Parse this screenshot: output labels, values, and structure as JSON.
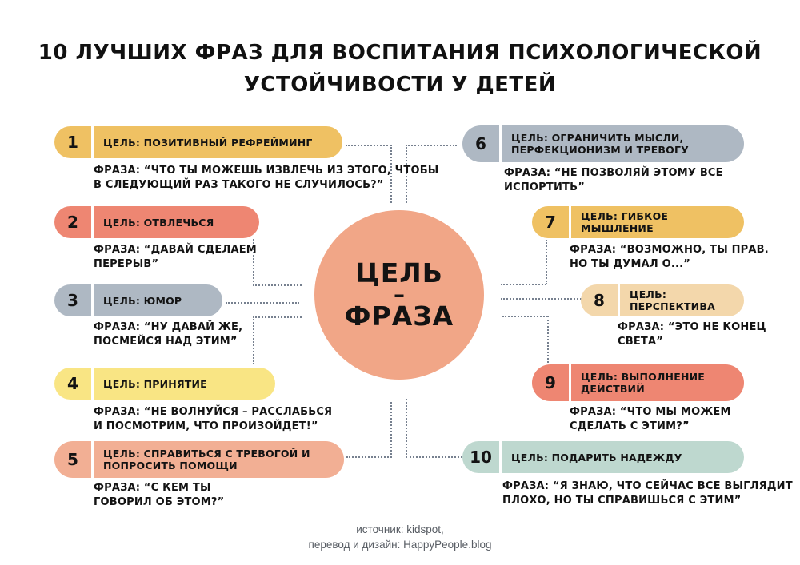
{
  "title": "10 ЛУЧШИХ ФРАЗ ДЛЯ ВОСПИТАНИЯ ПСИХОЛОГИЧЕСКОЙ\nУСТОЙЧИВОСТИ У ДЕТЕЙ",
  "center": {
    "word_top": "ЦЕЛЬ",
    "dash": "–",
    "word_bottom": "ФРАЗА",
    "color": "#F1A687"
  },
  "items": [
    {
      "number": "1",
      "goal": "ЦЕЛЬ: ПОЗИТИВНЫЙ РЕФРЕЙМИНГ",
      "phrase": "ФРАЗА: “ЧТО ТЫ МОЖЕШЬ ИЗВЛЕЧЬ ИЗ ЭТОГО, ЧТОБЫ\nВ СЛЕДУЮЩИЙ РАЗ ТАКОГО НЕ СЛУЧИЛОСЬ?”",
      "color": "#EFC163"
    },
    {
      "number": "2",
      "goal": "ЦЕЛЬ: ОТВЛЕЧЬСЯ",
      "phrase": "ФРАЗА: “ДАВАЙ СДЕЛАЕМ\nПЕРЕРЫВ”",
      "color": "#EE8672"
    },
    {
      "number": "3",
      "goal": "ЦЕЛЬ: ЮМОР",
      "phrase": "ФРАЗА: “НУ ДАВАЙ ЖЕ,\nПОСМЕЙСЯ НАД ЭТИМ”",
      "color": "#AEB8C3"
    },
    {
      "number": "4",
      "goal": "ЦЕЛЬ: ПРИНЯТИЕ",
      "phrase": "ФРАЗА: “НЕ ВОЛНУЙСЯ – РАССЛАБЬСЯ\nИ ПОСМОТРИМ, ЧТО ПРОИЗОЙДЕТ!”",
      "color": "#F9E584"
    },
    {
      "number": "5",
      "goal": "ЦЕЛЬ: СПРАВИТЬСЯ С ТРЕВОГОЙ И\nПОПРОСИТЬ ПОМОЩИ",
      "phrase": "ФРАЗА: “С КЕМ ТЫ\nГОВОРИЛ ОБ ЭТОМ?”",
      "color": "#F2AF94"
    },
    {
      "number": "6",
      "goal": "ЦЕЛЬ: ОГРАНИЧИТЬ МЫСЛИ,\nПЕРФЕКЦИОНИЗМ И ТРЕВОГУ",
      "phrase": "ФРАЗА: “НЕ ПОЗВОЛЯЙ ЭТОМУ ВСЕ\nИСПОРТИТЬ”",
      "color": "#AEB8C3"
    },
    {
      "number": "7",
      "goal": "ЦЕЛЬ: ГИБКОЕ МЫШЛЕНИЕ",
      "phrase": "ФРАЗА: “ВОЗМОЖНО, ТЫ ПРАВ.\nНО ТЫ ДУМАЛ О...”",
      "color": "#EFC163"
    },
    {
      "number": "8",
      "goal": "ЦЕЛЬ: ПЕРСПЕКТИВА",
      "phrase": "ФРАЗА: “ЭТО НЕ КОНЕЦ\nСВЕТА”",
      "color": "#F3D7AB"
    },
    {
      "number": "9",
      "goal": "ЦЕЛЬ: ВЫПОЛНЕНИЕ\nДЕЙСТВИЙ",
      "phrase": "ФРАЗА: “ЧТО МЫ МОЖЕМ\nСДЕЛАТЬ С ЭТИМ?”",
      "color": "#EE8672"
    },
    {
      "number": "10",
      "goal": "ЦЕЛЬ: ПОДАРИТЬ НАДЕЖДУ",
      "phrase": "ФРАЗА: “Я ЗНАЮ, ЧТО СЕЙЧАС ВСЕ ВЫГЛЯДИТ\nПЛОХО, НО ТЫ СПРАВИШЬСЯ С ЭТИМ”",
      "color": "#BED8CF"
    }
  ],
  "footer": "источник: kidspot,\nперевод и дизайн: HappyPeople.blog"
}
